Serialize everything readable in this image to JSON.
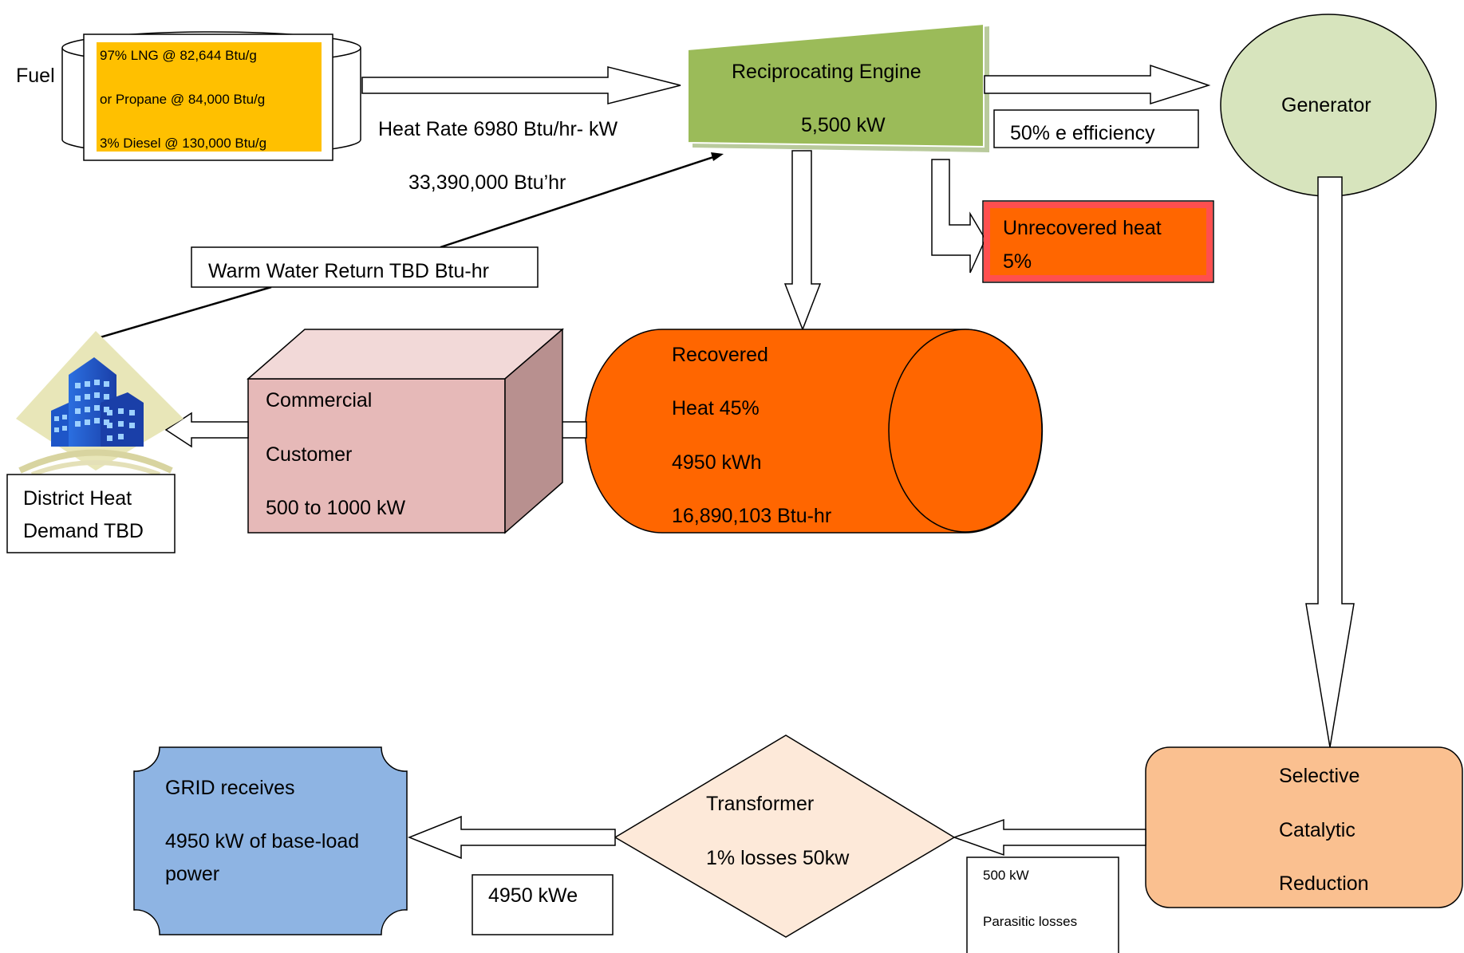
{
  "fuel": {
    "label": "Fuel",
    "line1": "97% LNG @ 82,644 Btu/g",
    "line2": "or Propane @ 84,000 Btu/g",
    "line3": "3% Diesel @ 130,000 Btu/g"
  },
  "heat_rate": "Heat Rate 6980 Btu/hr- kW",
  "fuel_input": "33,390,000 Btu’hr",
  "engine": {
    "title": "Reciprocating Engine",
    "power": "5,500 kW"
  },
  "efficiency": "50% e efficiency",
  "generator": "Generator",
  "unrecovered": {
    "line1": "Unrecovered heat",
    "line2": "5%"
  },
  "warm_water": "Warm Water Return TBD Btu-hr",
  "recovered": {
    "line1": "Recovered",
    "line2": "Heat 45%",
    "line3": "4950 kWh",
    "line4": "16,890,103 Btu-hr"
  },
  "commercial": {
    "line1": "Commercial",
    "line2": "Customer",
    "line3": "500 to 1000 kW"
  },
  "district": {
    "line1": "District Heat",
    "line2": "Demand TBD"
  },
  "scr": {
    "line1": "Selective",
    "line2": "Catalytic",
    "line3": "Reduction"
  },
  "parasitic": {
    "line1": "500 kW",
    "line2": "Parasitic losses"
  },
  "transformer": {
    "line1": "Transformer",
    "line2": "1% losses 50kw"
  },
  "kwe": "4950 kWe",
  "grid": {
    "line1": "GRID receives",
    "line2": "4950 kW of base-load",
    "line3": "power"
  },
  "colors": {
    "engine": "#9bbb59",
    "generator": "#d7e4bd",
    "fuel_label": "#ffc000",
    "unrecovered_fill": "#ff6600",
    "unrecovered_border": "#ff4f4f",
    "recovered": "#ff6600",
    "commercial_front": "#e6b9b8",
    "commercial_side": "#b8908f",
    "scr": "#fac090",
    "transformer": "#fde9d9",
    "grid": "#8eb4e3"
  }
}
